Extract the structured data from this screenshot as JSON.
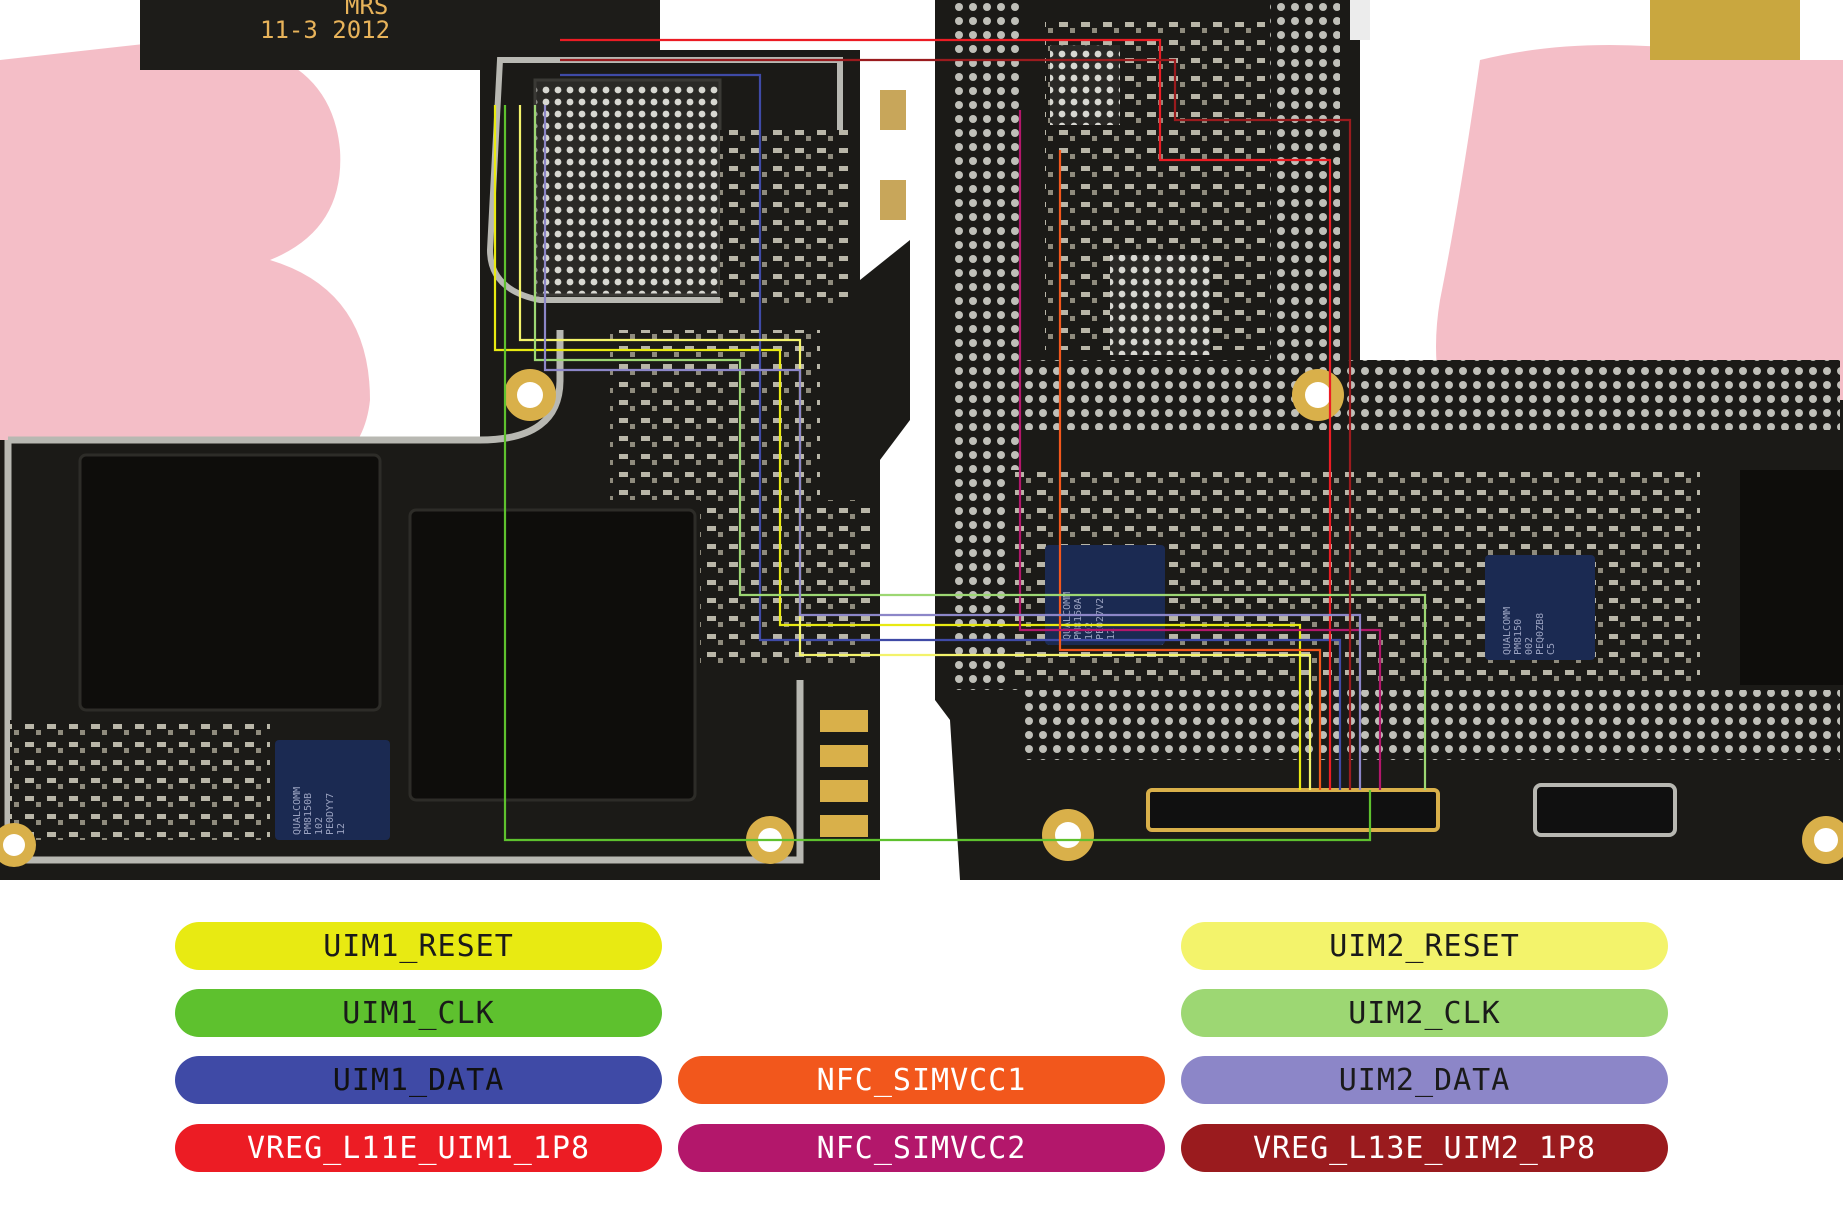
{
  "board": {
    "silkscreen_main": "MRS",
    "silkscreen_date": "11-3 2012",
    "chip_labels": [
      {
        "id": "chip-pm8150b-left",
        "lines": [
          "QUALCOMM",
          "PM8150B",
          "102",
          "PE0DYY7",
          "12"
        ]
      },
      {
        "id": "chip-pm8150a",
        "lines": [
          "QUALCOMM",
          "PM8150A",
          "102",
          "PE027V2",
          "12"
        ]
      },
      {
        "id": "chip-pm8150",
        "lines": [
          "QUALCOMM",
          "PM8150",
          "002",
          "PEQ0ZB8",
          "C5"
        ]
      }
    ],
    "colors": {
      "pcb": "#1b1a17",
      "pcb_dark": "#0e0d0b",
      "gold": "#d9b04a",
      "silver": "#c9c9c4",
      "watermark": "#f2a9b4"
    }
  },
  "legend": [
    {
      "id": "uim1-reset",
      "label": "UIM1_RESET",
      "bg": "#e8ea12",
      "fg": "#1a1a1a"
    },
    {
      "id": "uim1-clk",
      "label": "UIM1_CLK",
      "bg": "#5ec12e",
      "fg": "#1a1a1a"
    },
    {
      "id": "uim1-data",
      "label": "UIM1_DATA",
      "bg": "#3f4aa6",
      "fg": "#111111"
    },
    {
      "id": "vreg-l11e",
      "label": "VREG_L11E_UIM1_1P8",
      "bg": "#ec1c24",
      "fg": "#ffffff"
    },
    {
      "id": "nfc-simvcc1",
      "label": "NFC_SIMVCC1",
      "bg": "#f2571c",
      "fg": "#ffffff"
    },
    {
      "id": "nfc-simvcc2",
      "label": "NFC_SIMVCC2",
      "bg": "#b3176b",
      "fg": "#ffffff"
    },
    {
      "id": "uim2-reset",
      "label": "UIM2_RESET",
      "bg": "#f3f36b",
      "fg": "#1a1a1a"
    },
    {
      "id": "uim2-clk",
      "label": "UIM2_CLK",
      "bg": "#9dd773",
      "fg": "#1a1a1a"
    },
    {
      "id": "uim2-data",
      "label": "UIM2_DATA",
      "bg": "#8c86c8",
      "fg": "#1a1a1a"
    },
    {
      "id": "vreg-l13e",
      "label": "VREG_L13E_UIM2_1P8",
      "bg": "#9a1b1e",
      "fg": "#ffffff"
    }
  ]
}
